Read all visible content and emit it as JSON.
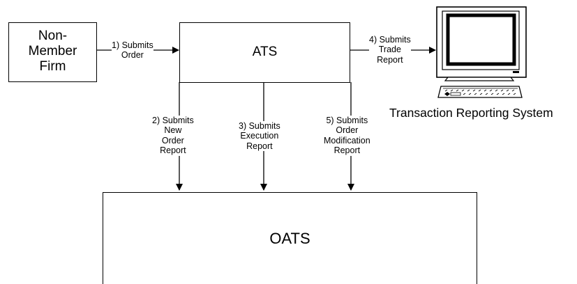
{
  "nodes": {
    "non_member_firm": "Non-\nMember\nFirm",
    "ats": "ATS",
    "oats": "OATS",
    "trs": "Transaction Reporting System"
  },
  "edges": {
    "e1": "1) Submits\nOrder",
    "e2": "2) Submits\nNew\nOrder\nReport",
    "e3": "3) Submits\nExecution\nReport",
    "e4": "4) Submits\nTrade\nReport",
    "e5": "5) Submits\nOrder\nModification\nReport"
  }
}
